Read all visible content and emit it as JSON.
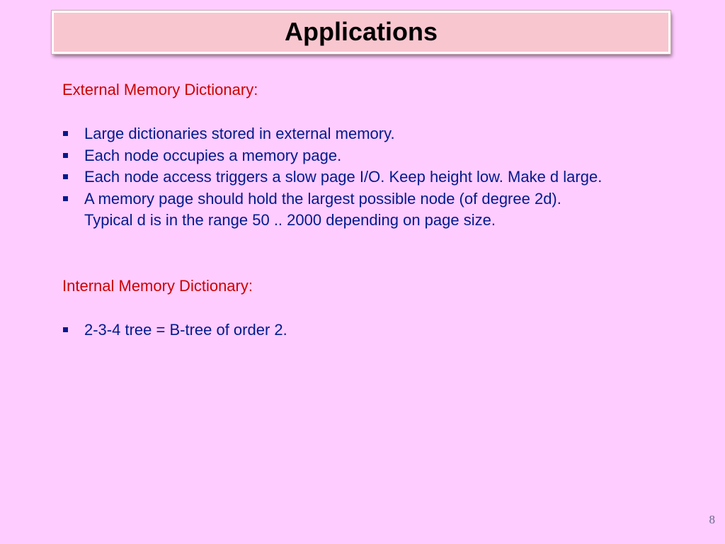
{
  "slide": {
    "title": "Applications",
    "page_number": "8"
  },
  "external": {
    "heading": "External Memory Dictionary:",
    "bullets": [
      "Large dictionaries stored in external memory.",
      "Each node occupies a memory page.",
      "Each node access triggers a slow page I/O. Keep height low. Make d large.",
      "A memory page should hold the largest possible node (of degree 2d)."
    ],
    "bullet_continuation": "Typical d is in the range 50 .. 2000 depending on page size."
  },
  "internal": {
    "heading": "Internal Memory Dictionary:",
    "bullets": [
      "2-3-4 tree =  B-tree of order 2."
    ]
  },
  "colors": {
    "background": "#ffccff",
    "title_box": "#f8c6cf",
    "heading_text": "#cc0000",
    "bullet_text": "#001a8c"
  }
}
